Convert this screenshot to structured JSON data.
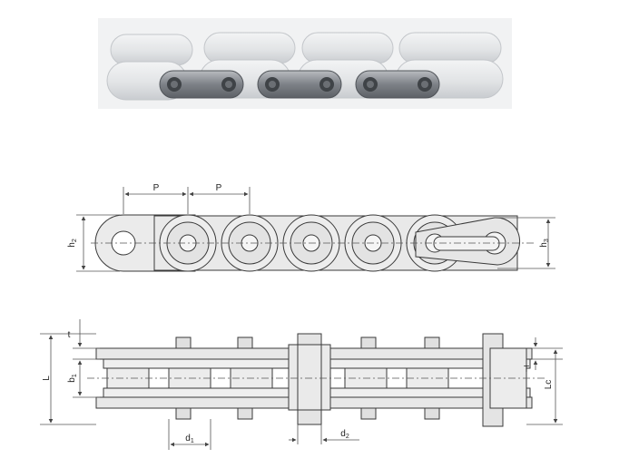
{
  "labels": {
    "pitch": "P",
    "pitch_2": "P",
    "h2": "h",
    "h2_sub": "2",
    "h3": "h",
    "h3_sub": "3",
    "t": "t",
    "L": "L",
    "b1": "b",
    "b1_sub": "1",
    "T": "T",
    "Lc": "Lc",
    "d1": "d",
    "d1_sub": "1",
    "d2": "d",
    "d2_sub": "2"
  },
  "colors": {
    "chain_body": "#e6e8ea",
    "chain_shadow": "#c9ccd0",
    "metal_plate": "#8f949a",
    "metal_dark": "#55595e",
    "line": "#3a3a3a",
    "dim_line": "#555555",
    "accent_line": "#444444"
  }
}
